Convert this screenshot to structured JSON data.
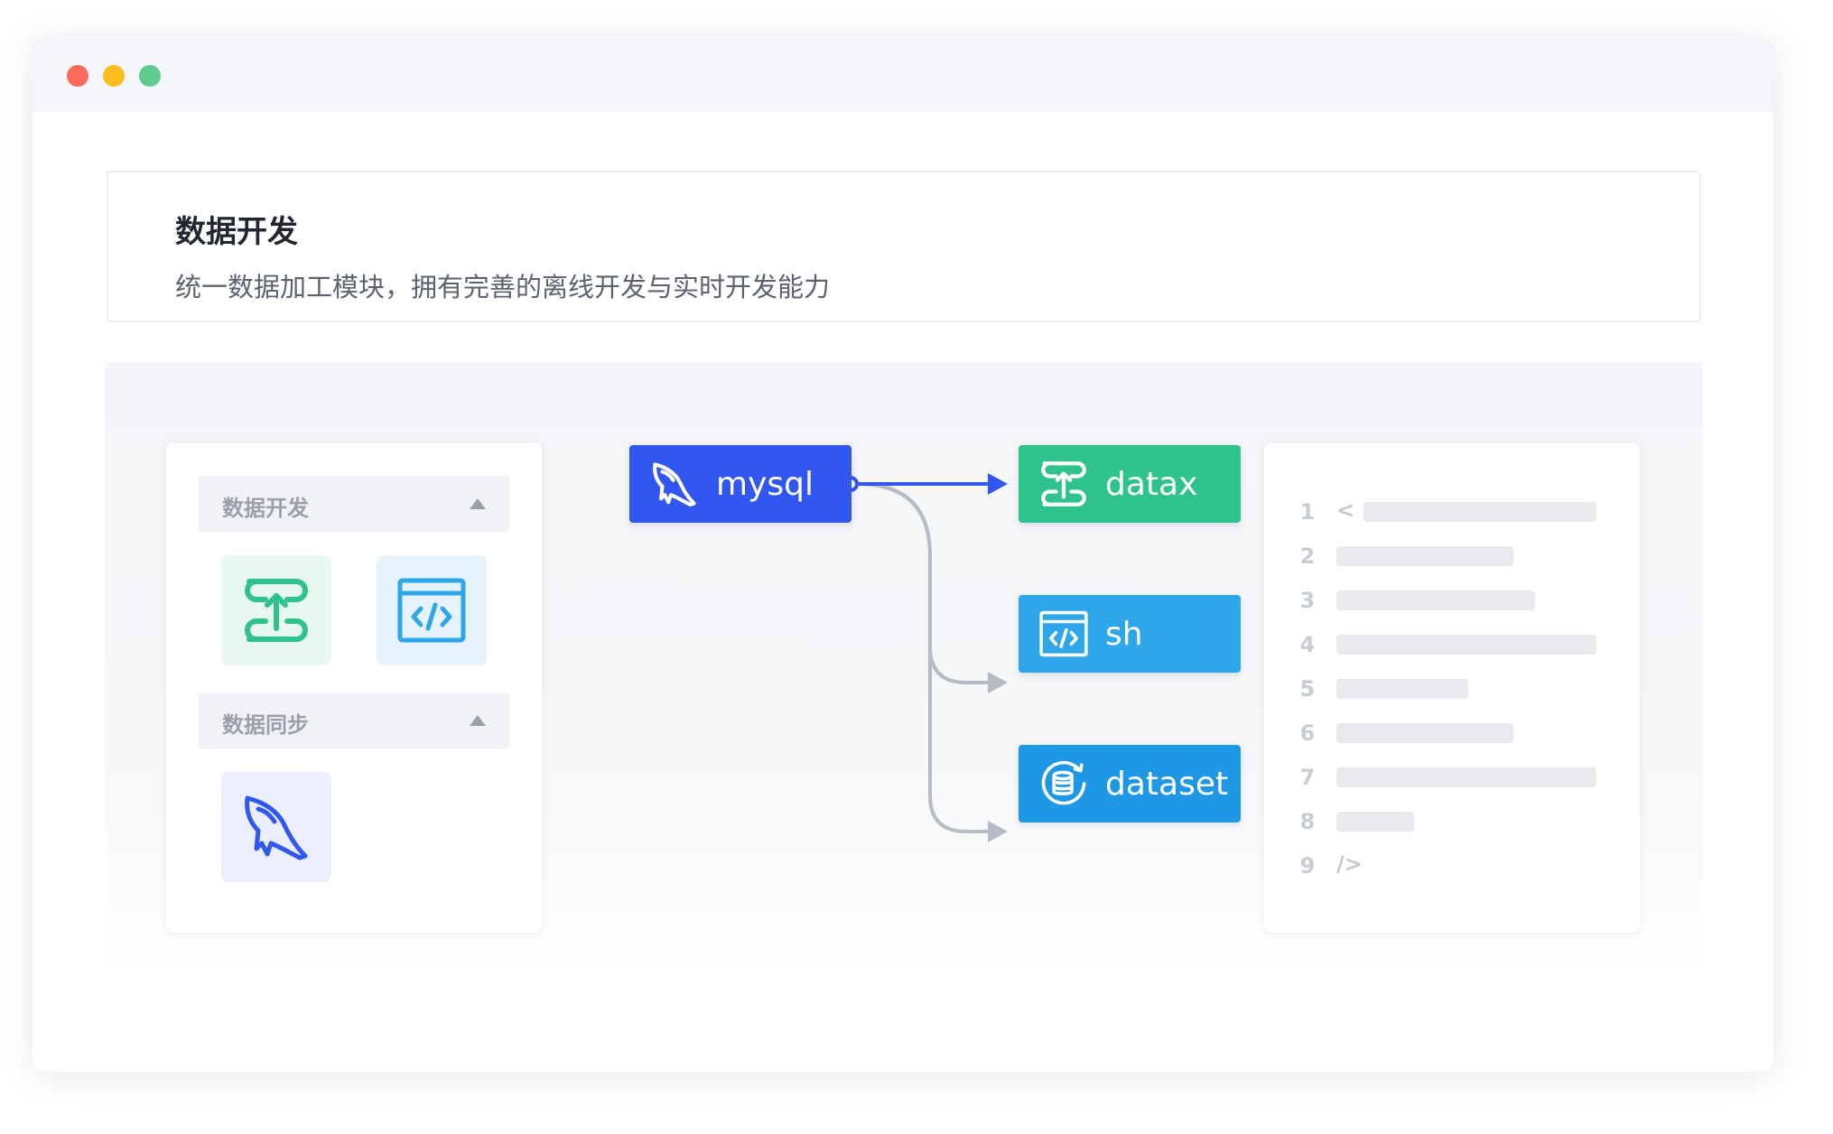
{
  "window": {
    "controls": [
      "close",
      "minimize",
      "maximize"
    ],
    "colors": {
      "close": "#fd6c5a",
      "minimize": "#fcbd1d",
      "maximize": "#5ecb8f"
    }
  },
  "header": {
    "title": "数据开发",
    "description": "统一数据加工模块，拥有完善的离线开发与实时开发能力"
  },
  "left_panel": {
    "sections": [
      {
        "label": "数据开发",
        "items": [
          "sync-upload-icon",
          "code-window-icon"
        ]
      },
      {
        "label": "数据同步",
        "items": [
          "mysql-dolphin-icon"
        ]
      }
    ]
  },
  "flow": {
    "source": {
      "label": "mysql",
      "icon": "mysql-dolphin-icon",
      "color": "#3256f0"
    },
    "targets": [
      {
        "label": "datax",
        "icon": "sync-upload-icon",
        "color": "#2ec38b"
      },
      {
        "label": "sh",
        "icon": "code-window-icon",
        "color": "#2ea6ea"
      },
      {
        "label": "dataset",
        "icon": "database-refresh-icon",
        "color": "#1e98e4"
      }
    ]
  },
  "code_panel": {
    "lines": [
      {
        "number": "1",
        "prefix": "<"
      },
      {
        "number": "2"
      },
      {
        "number": "3"
      },
      {
        "number": "4"
      },
      {
        "number": "5"
      },
      {
        "number": "6"
      },
      {
        "number": "7"
      },
      {
        "number": "8"
      },
      {
        "number": "9",
        "prefix": "/>"
      }
    ]
  }
}
